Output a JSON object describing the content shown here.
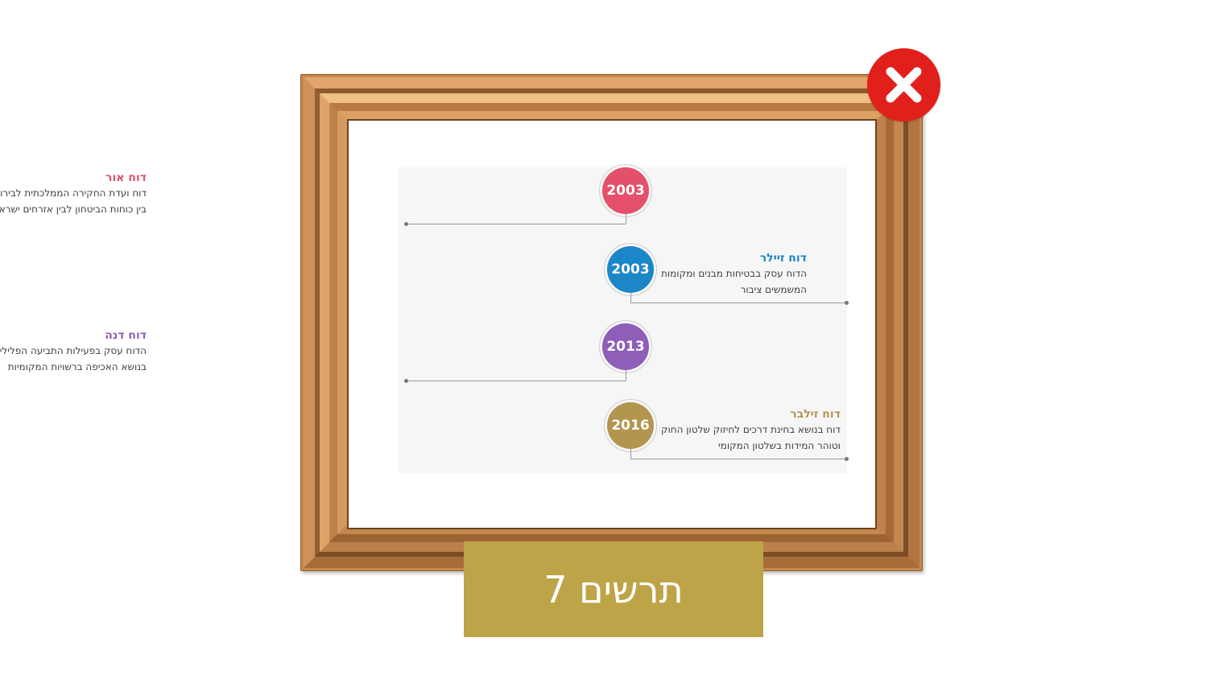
{
  "caption": {
    "text": "תרשים 7",
    "background": "#bea448"
  },
  "close_button": {
    "icon": "close-icon",
    "color": "#e2201b"
  },
  "timeline": {
    "items": [
      {
        "year": "2003",
        "title": "דוח אור",
        "color": "#e4506a",
        "lines": [
          "דוח ועדת החקירה הממלכתית לבירור ההתנגשויות",
          "בין כוחות הביטחון לבין אזרחים ישראלים"
        ]
      },
      {
        "year": "2003",
        "title": "דוח זיילר",
        "color": "#1b86c8",
        "lines": [
          "הדוח עסק בבטיחות מבנים ומקומות",
          "המשמשים ציבור"
        ]
      },
      {
        "year": "2013",
        "title": "דוח דנה",
        "color": "#8e5eb8",
        "lines": [
          "הדוח עסק בפעילות התביעה הפלילית ובכלל זה",
          "בנושא האכיפה ברשויות המקומיות"
        ]
      },
      {
        "year": "2016",
        "title": "דוח זילבר",
        "color": "#b39550",
        "lines": [
          "דוח בנושא בחינת דרכים לחיזוק שלטון החוק",
          "וטוהר המידות בשלטון המקומי"
        ]
      }
    ]
  }
}
